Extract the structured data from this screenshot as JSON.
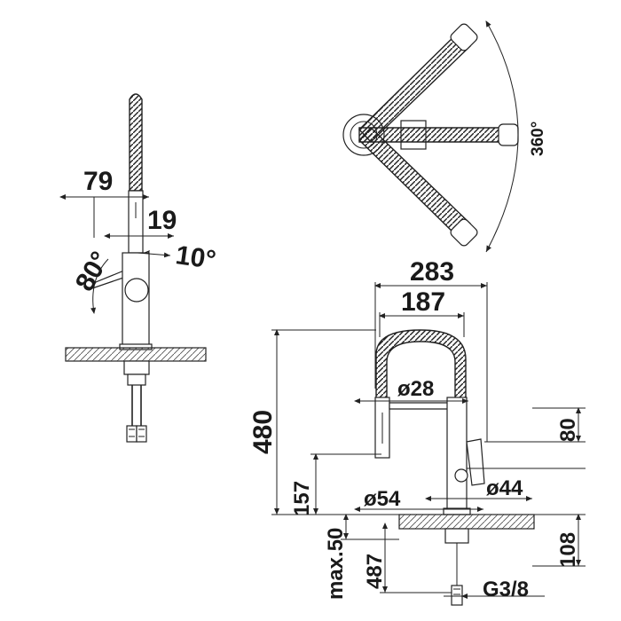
{
  "side_view": {
    "dim_overall_depth": "79",
    "dim_spray_offset": "19",
    "angle_lever_back": "80°",
    "angle_lever_fwd": "10°"
  },
  "top_view": {
    "swivel_angle": "360°"
  },
  "front_view": {
    "width_overall": "283",
    "width_reach": "187",
    "spray_diameter": "ø28",
    "height_total": "480",
    "height_lever": "157",
    "lever_offset": "80",
    "base_diameter": "ø54",
    "body_diameter": "ø44",
    "body_lower_height": "108",
    "deck_thickness": "max.50",
    "hose_length": "487",
    "connection_thread": "G3/8"
  }
}
